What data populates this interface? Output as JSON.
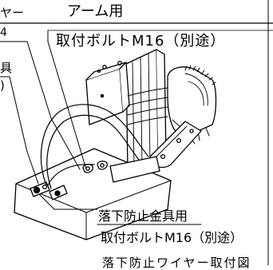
{
  "labels": {
    "wire_fragment": "ヤー",
    "arm_header": "アーム用",
    "arm_bolt": "取付ボルトM16（別途）",
    "left_num": "4",
    "left_tool": "具",
    "left_paren": ")",
    "fall_prevention": "落下防止金具用",
    "fall_bolt": "取付ボルトM16（別途）",
    "caption_fragment": "落下防止ワイヤー取付図"
  }
}
